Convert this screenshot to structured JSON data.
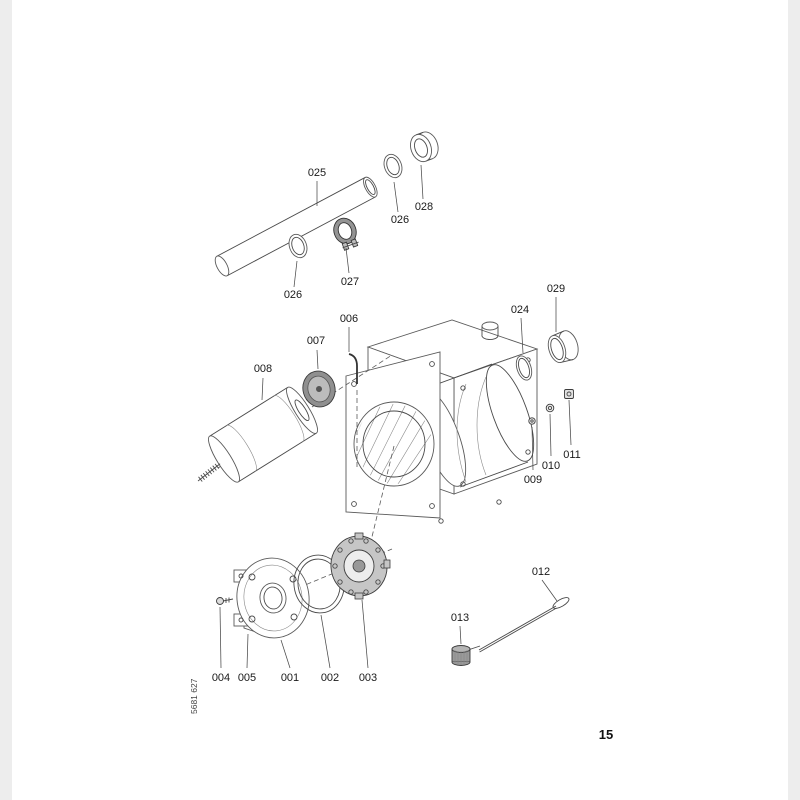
{
  "page": {
    "number": "15",
    "doc_code": "5681 627"
  },
  "labels": {
    "l025": "025",
    "l026a": "026",
    "l028": "028",
    "l027": "027",
    "l026b": "026",
    "l006": "006",
    "l007": "007",
    "l008": "008",
    "l024": "024",
    "l029": "029",
    "l009": "009",
    "l010": "010",
    "l011": "011",
    "l012": "012",
    "l013": "013",
    "l004": "004",
    "l005": "005",
    "l001": "001",
    "l002": "002",
    "l003": "003"
  }
}
